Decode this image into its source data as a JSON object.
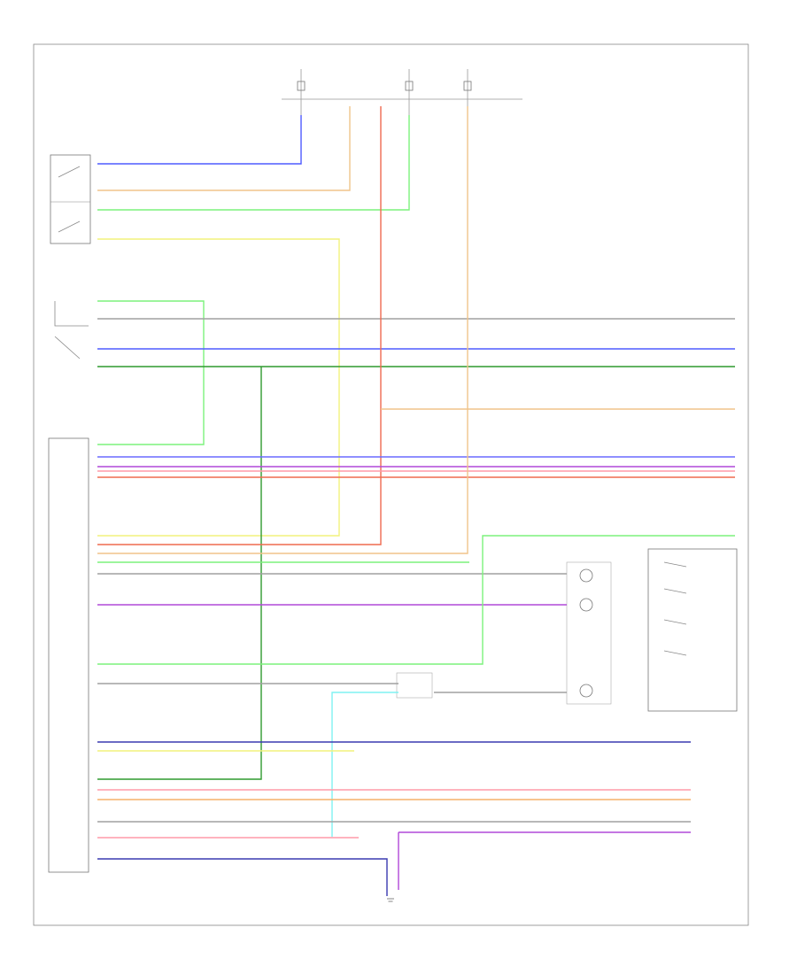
{
  "diagram": {
    "footer_code": "",
    "wire_colors": {
      "blue": "#4f5bff",
      "orange_tan": "#f0c48a",
      "green": "#7cf27c",
      "yellow": "#f2f27c",
      "gray": "#a0a0a0",
      "dark_green": "#2f9a2f",
      "red_orange": "#ef6a4f",
      "pink": "#ff9aa8",
      "purple": "#b148d8",
      "violet_dark": "#6a6aff",
      "cyan": "#7ff2f2",
      "light_orange": "#f5b06a",
      "navy": "#3a3ab0"
    },
    "components": [
      {
        "id": "top-switch",
        "label": ""
      },
      {
        "id": "second-switch",
        "label": ""
      },
      {
        "id": "ecm-module",
        "label": ""
      },
      {
        "id": "cruise-control-switch",
        "label": ""
      },
      {
        "id": "clockspring",
        "label": ""
      },
      {
        "id": "ground",
        "label": ""
      }
    ]
  }
}
